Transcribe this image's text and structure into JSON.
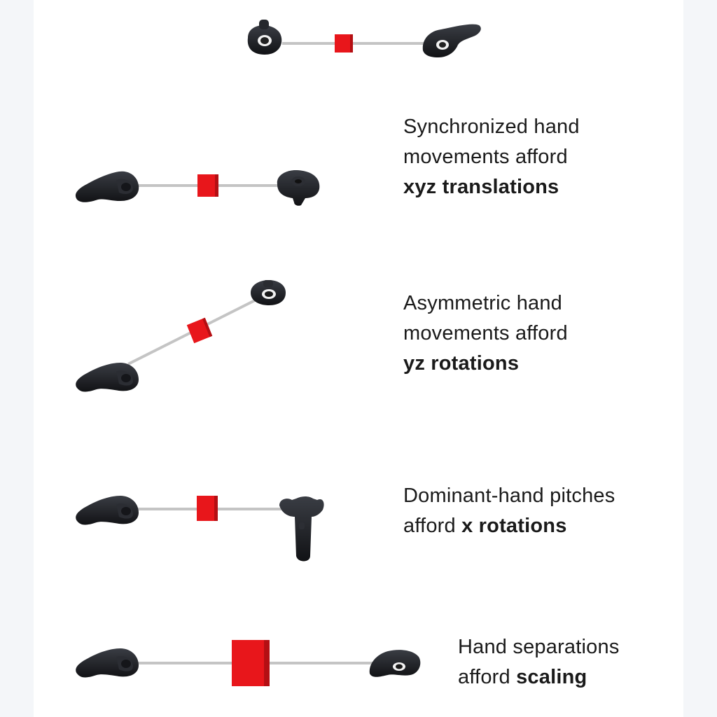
{
  "colors": {
    "controller": "#1b1d22",
    "controller_highlight": "#3a3d44",
    "rod": "#c4c4c4",
    "cube": "#e8161b",
    "cube_dark": "#b40f13",
    "text": "#1a1a1a"
  },
  "captions": [
    {
      "id": "translation",
      "line1": "Synchronized hand",
      "line2": "movements afford",
      "line3_plain": "",
      "line3_bold": "xyz translations"
    },
    {
      "id": "yz-rotation",
      "line1": "Asymmetric hand",
      "line2": "movements afford",
      "line3_plain": "",
      "line3_bold": "yz rotations"
    },
    {
      "id": "x-rotation",
      "line1": "Dominant-hand pitches",
      "line2_plain": "afford ",
      "line2_bold": "x rotations"
    },
    {
      "id": "scaling",
      "line1": "Hand separations",
      "line2_plain": "afford ",
      "line2_bold": "scaling"
    }
  ],
  "icons": {
    "controller_side": "vr-controller-side-icon",
    "controller_top": "vr-controller-top-icon",
    "controller_upright": "vr-controller-upright-icon",
    "cube": "red-cube-icon"
  }
}
